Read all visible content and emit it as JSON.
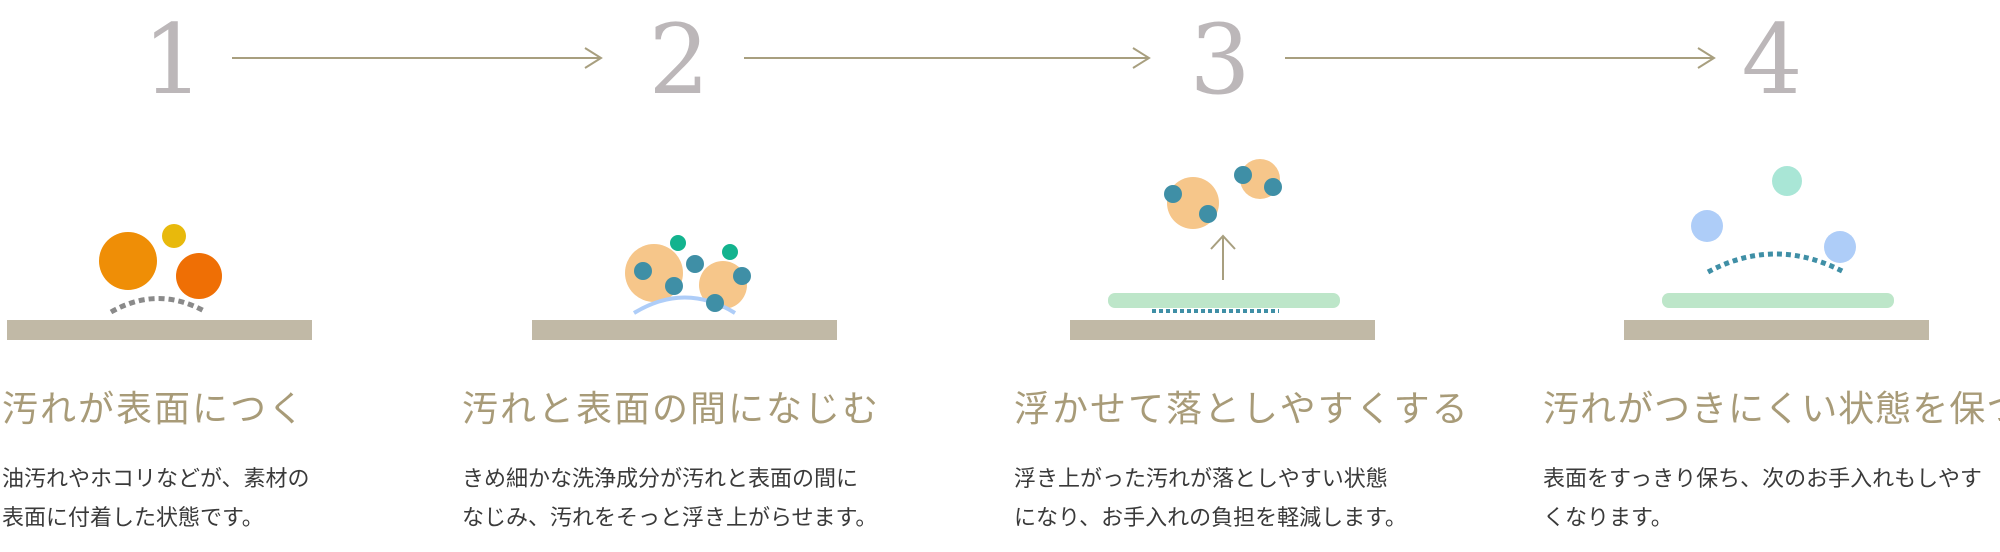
{
  "steps": [
    {
      "number": "1",
      "title": "汚れが表面につく",
      "desc_line1": "油汚れやホコリなどが、素材の",
      "desc_line2": "表面に付着した状態です。"
    },
    {
      "number": "2",
      "title": "汚れと表面の間になじむ",
      "desc_line1": "きめ細かな洗浄成分が汚れと表面の間に",
      "desc_line2": "なじみ、汚れをそっと浮き上がらせます。"
    },
    {
      "number": "3",
      "title": "浮かせて落としやすくする",
      "desc_line1": "浮き上がった汚れが落としやすい状態",
      "desc_line2": "になり、お手入れの負担を軽減します。"
    },
    {
      "number": "4",
      "title": "汚れがつきにくい状態を保つ",
      "desc_line1": "表面をすっきり保ち、次のお手入れもしやす",
      "desc_line2": "くなります。"
    }
  ],
  "colors": {
    "number": "#bcb7b9",
    "arrow": "#a89f7f",
    "surface": "#c1b9a6",
    "title": "#a89b78",
    "dirt_orange": "#ef8e06",
    "dirt_dark_orange": "#ef6f05",
    "dirt_yellow": "#e8b90c",
    "soft_orange": "#f6c68a",
    "cleaner_teal": "#3f8fa6",
    "green_dot": "#13b38e",
    "mint": "#a9e6d6",
    "light_blue": "#aecdf8",
    "coating_green": "#bde6c9",
    "gray_dots": "#8a8a8a"
  }
}
